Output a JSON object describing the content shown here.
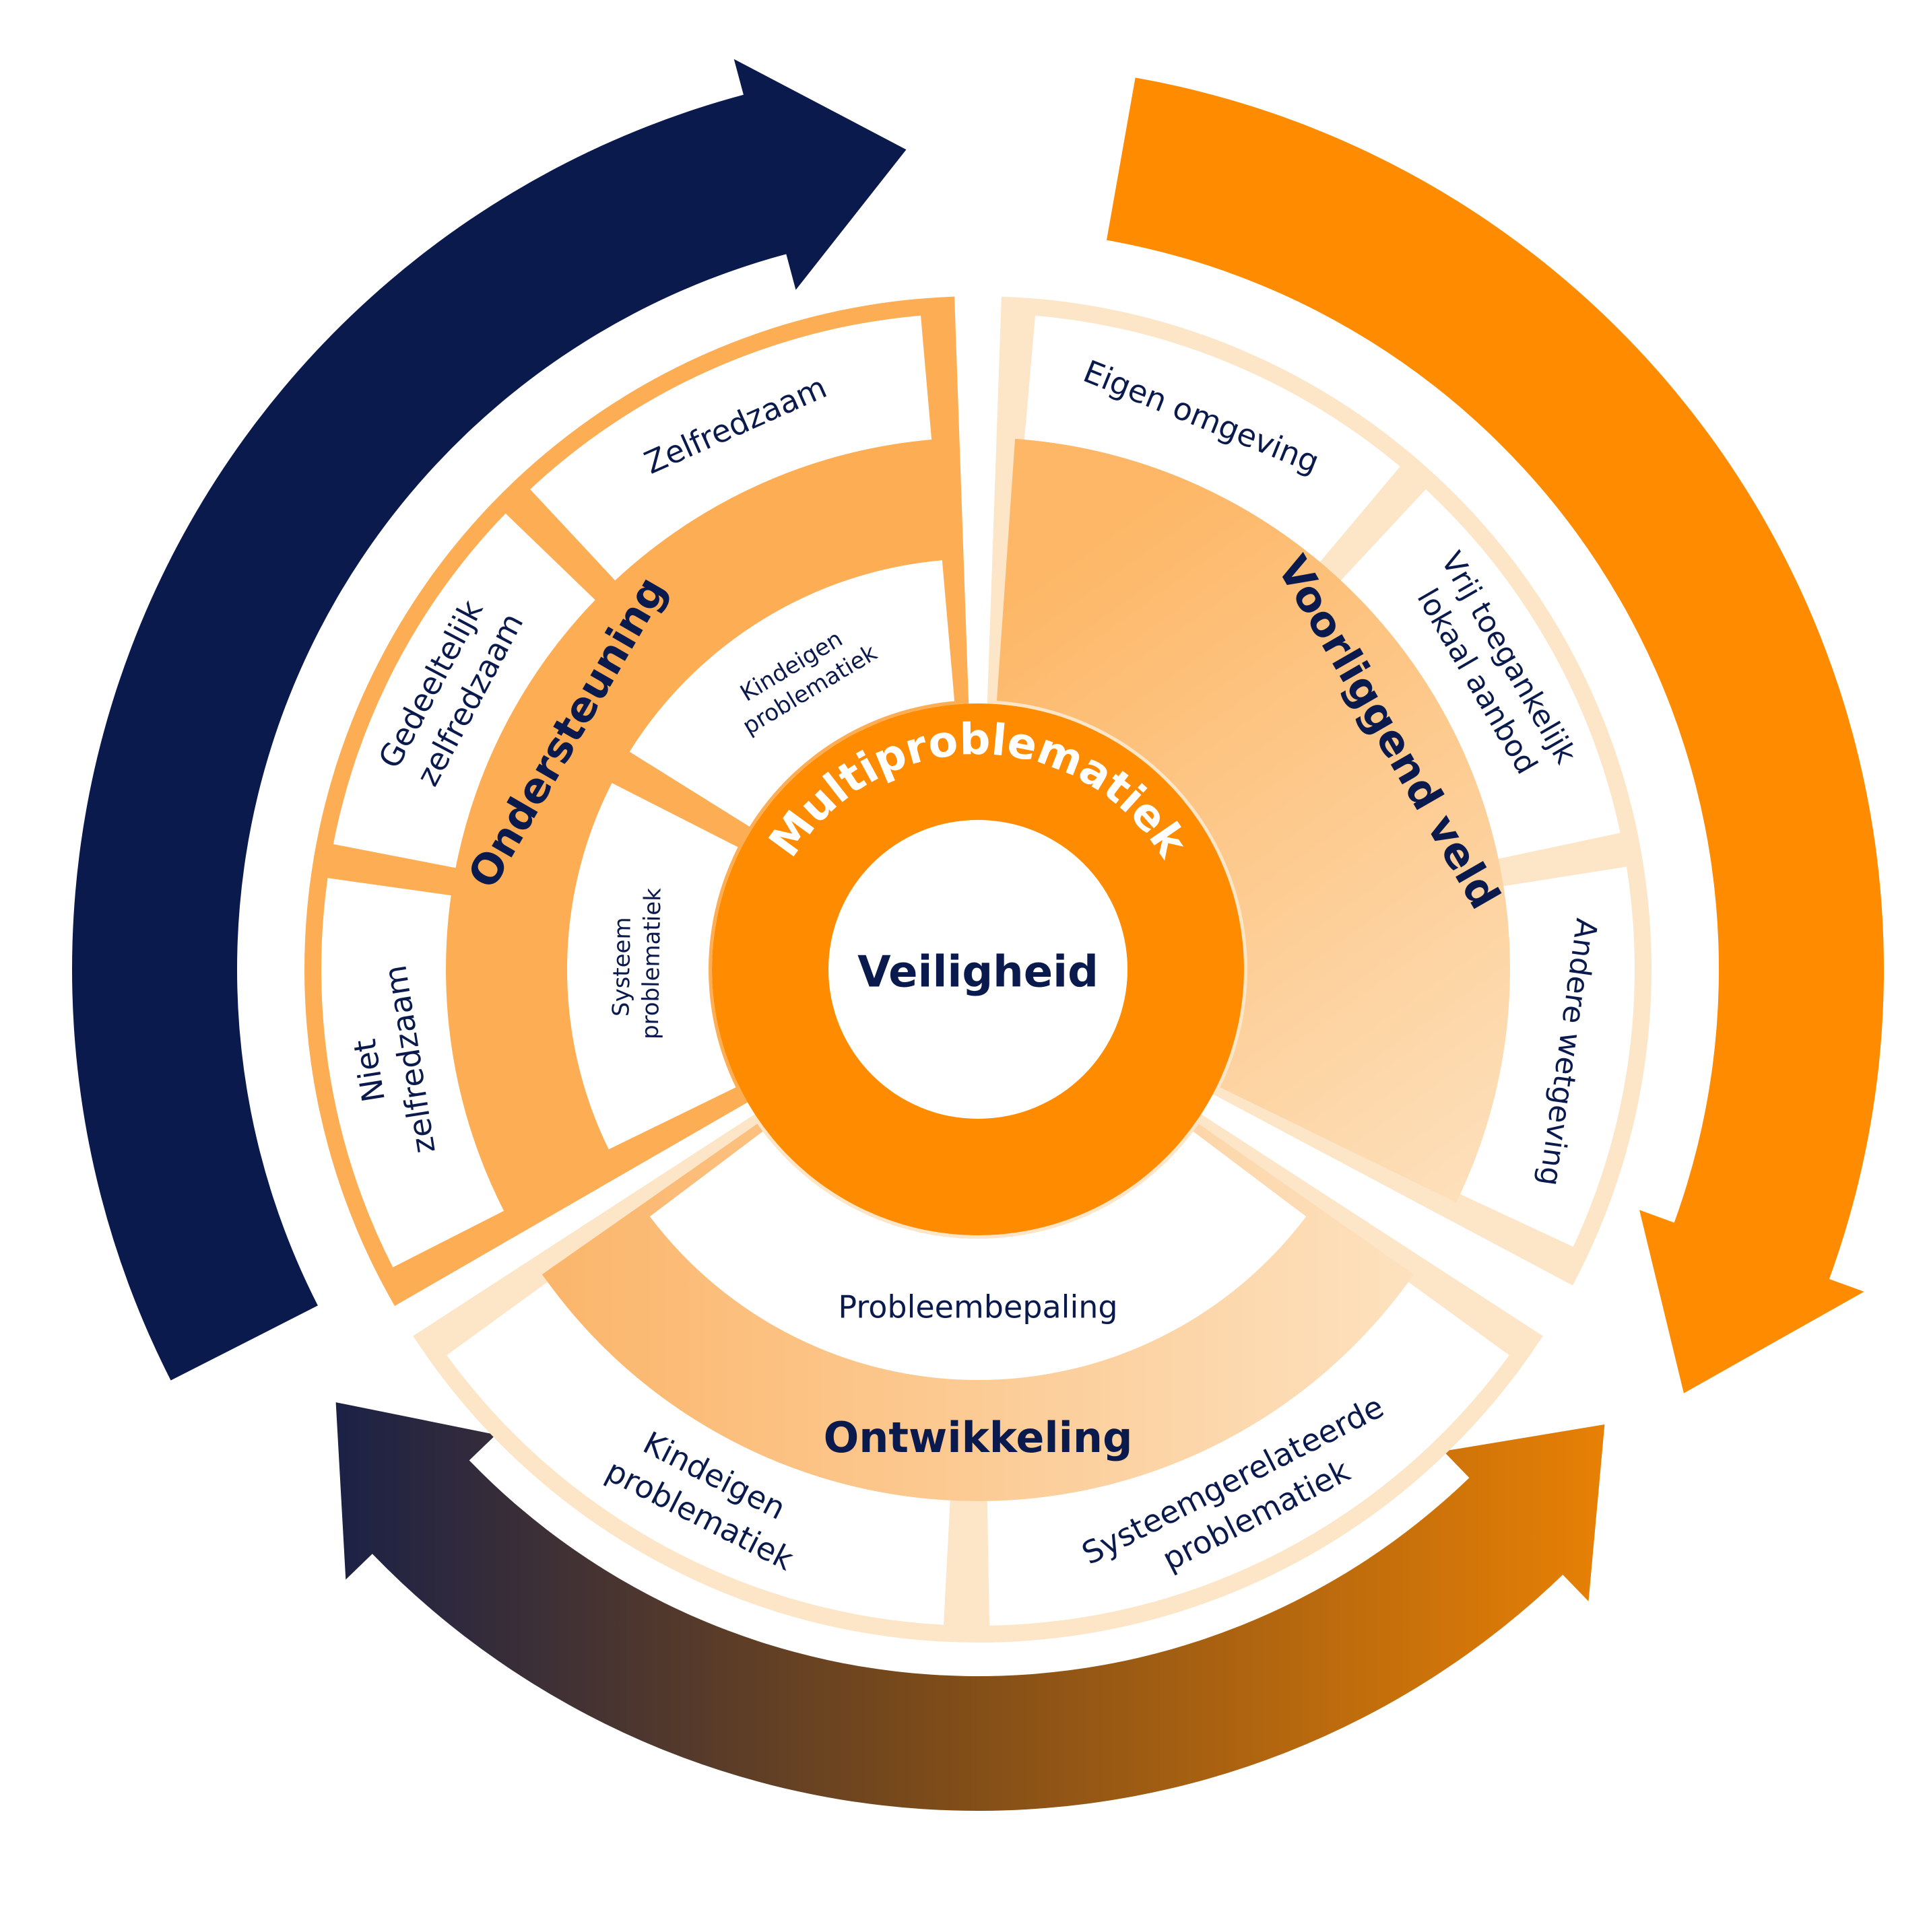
{
  "colors": {
    "navy": "#0b1a4d",
    "orange": "#ff8c00",
    "orange_mid": "#fdae55",
    "orange_light": "#fcd6a8",
    "orange_pale": "#fde5c7",
    "white": "#ffffff",
    "text": "#0b1a4d"
  },
  "center": {
    "core_title": "Multiproblematiek",
    "core_value": "Veiligheid"
  },
  "sectors": [
    {
      "id": "ondersteuning",
      "heading": "Ondersteuning",
      "outer_items": [
        {
          "label": [
            "Zelfredzaam"
          ]
        },
        {
          "label": [
            "Gedeeltelijk",
            "zelfredzaam"
          ]
        },
        {
          "label": [
            "Niet",
            "zelfredzaam"
          ]
        }
      ],
      "inner_items": [
        {
          "label": [
            "Kindeigen",
            "problematiek"
          ]
        },
        {
          "label": [
            "Systeem",
            "problematiek"
          ]
        }
      ]
    },
    {
      "id": "voorliggend-veld",
      "heading": "Voorliggend veld",
      "outer_items": [
        {
          "label": [
            "Eigen omgeving"
          ]
        },
        {
          "label": [
            "Vrij toegankelijk",
            "lokaal aanbod"
          ]
        },
        {
          "label": [
            "Andere wetgeving"
          ]
        }
      ],
      "inner_items": []
    },
    {
      "id": "ontwikkeling",
      "heading": "Ontwikkeling",
      "outer_items": [
        {
          "label": [
            "Kindeigen",
            "problematiek"
          ]
        },
        {
          "label": [
            "Systeemgerelateerde",
            "problematiek"
          ]
        }
      ],
      "inner_items": [
        {
          "label": [
            "Probleembepaling"
          ]
        }
      ]
    }
  ]
}
